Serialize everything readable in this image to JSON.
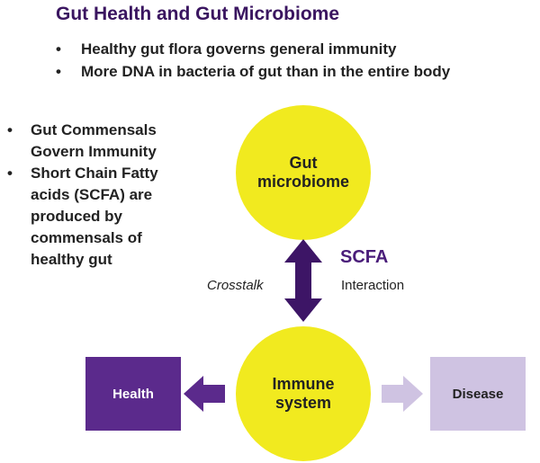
{
  "title": "Gut Health and Gut Microbiome",
  "top_bullets": [
    "Healthy gut flora governs general immunity",
    "More DNA in bacteria of gut than in the entire body"
  ],
  "left_bullets": [
    "Gut Commensals Govern Immunity",
    "Short Chain Fatty acids (SCFA) are produced by commensals of healthy gut"
  ],
  "diagram": {
    "gut_node": "Gut\nmicrobiome",
    "immune_node": "Immune\nsystem",
    "health_box": "Health",
    "disease_box": "Disease",
    "scfa_label": "SCFA",
    "interaction_label": "Interaction",
    "crosstalk_label": "Crosstalk"
  },
  "colors": {
    "circle": "#f1ea1f",
    "dark_purple": "#5b2a8c",
    "light_purple": "#cfc3e2",
    "arrow_dark": "#3d1566",
    "title": "#3a1560"
  }
}
